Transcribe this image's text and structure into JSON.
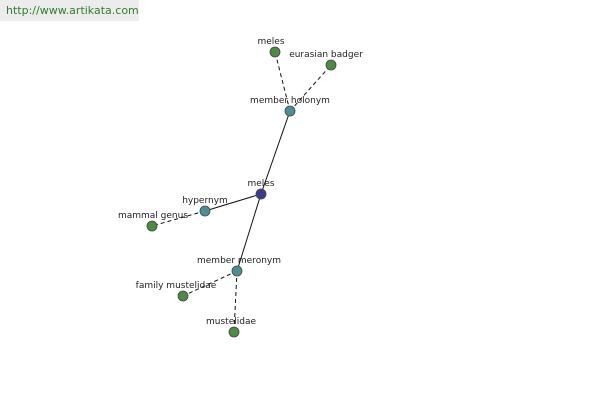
{
  "banner": {
    "url": "http://www.artikata.com"
  },
  "graph": {
    "colors": {
      "center": "#3b3b8c",
      "relation": "#4a8f96",
      "leaf": "#4d8a46",
      "stroke": "#444444",
      "edge": "#111111"
    },
    "nodes": [
      {
        "id": "center",
        "label": "meles",
        "kind": "center"
      },
      {
        "id": "holonym",
        "label": "member holonym",
        "kind": "relation"
      },
      {
        "id": "hypernym",
        "label": "hypernym",
        "kind": "relation"
      },
      {
        "id": "meronym",
        "label": "member meronym",
        "kind": "relation"
      },
      {
        "id": "meles2",
        "label": "meles",
        "kind": "leaf"
      },
      {
        "id": "badger",
        "label": "eurasian badger",
        "kind": "leaf"
      },
      {
        "id": "mammal",
        "label": "mammal genus",
        "kind": "leaf"
      },
      {
        "id": "mustelidae_fam",
        "label": "family mustelidae",
        "kind": "leaf"
      },
      {
        "id": "mustelidae",
        "label": "mustelidae",
        "kind": "leaf"
      }
    ],
    "edges": [
      {
        "from": "center",
        "to": "holonym",
        "style": "solid"
      },
      {
        "from": "center",
        "to": "hypernym",
        "style": "solid"
      },
      {
        "from": "center",
        "to": "meronym",
        "style": "solid"
      },
      {
        "from": "holonym",
        "to": "meles2",
        "style": "dashed"
      },
      {
        "from": "holonym",
        "to": "badger",
        "style": "dashed"
      },
      {
        "from": "hypernym",
        "to": "mammal",
        "style": "dashed"
      },
      {
        "from": "meronym",
        "to": "mustelidae_fam",
        "style": "dashed"
      },
      {
        "from": "meronym",
        "to": "mustelidae",
        "style": "dashed"
      }
    ]
  }
}
